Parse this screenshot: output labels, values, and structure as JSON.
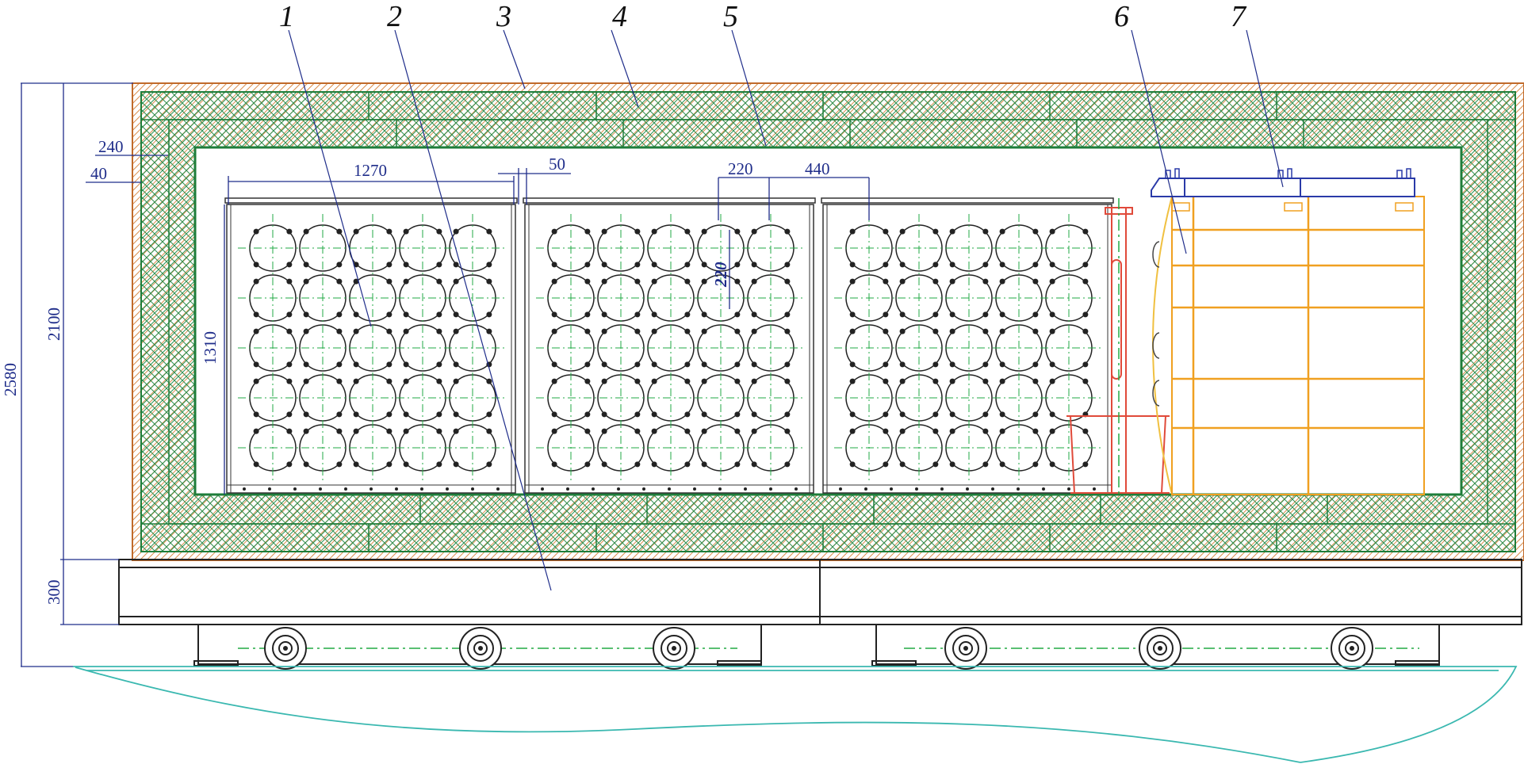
{
  "callouts": [
    "1",
    "2",
    "3",
    "4",
    "5",
    "6",
    "7"
  ],
  "dimensions": {
    "overall_height": "2580",
    "body_height": "2100",
    "base_height": "300",
    "wall_240": "240",
    "wall_40": "40",
    "module_width": "1270",
    "gap": "50",
    "module_height": "1310",
    "pitch_220": "220",
    "pitch_440": "440",
    "cell_pitch": "220"
  },
  "modules": {
    "count": 3,
    "cell_rows": 5,
    "cell_cols": 5
  },
  "colors": {
    "dimension": "#1f2d8a",
    "insulation": "#1e7d3a",
    "outer_shell": "#d98c4a",
    "centerline": "#22aa44",
    "cells": "#222222",
    "support": "#e04a3a",
    "battery_unit": "#f0a020",
    "ground": "#3ab8b0"
  }
}
